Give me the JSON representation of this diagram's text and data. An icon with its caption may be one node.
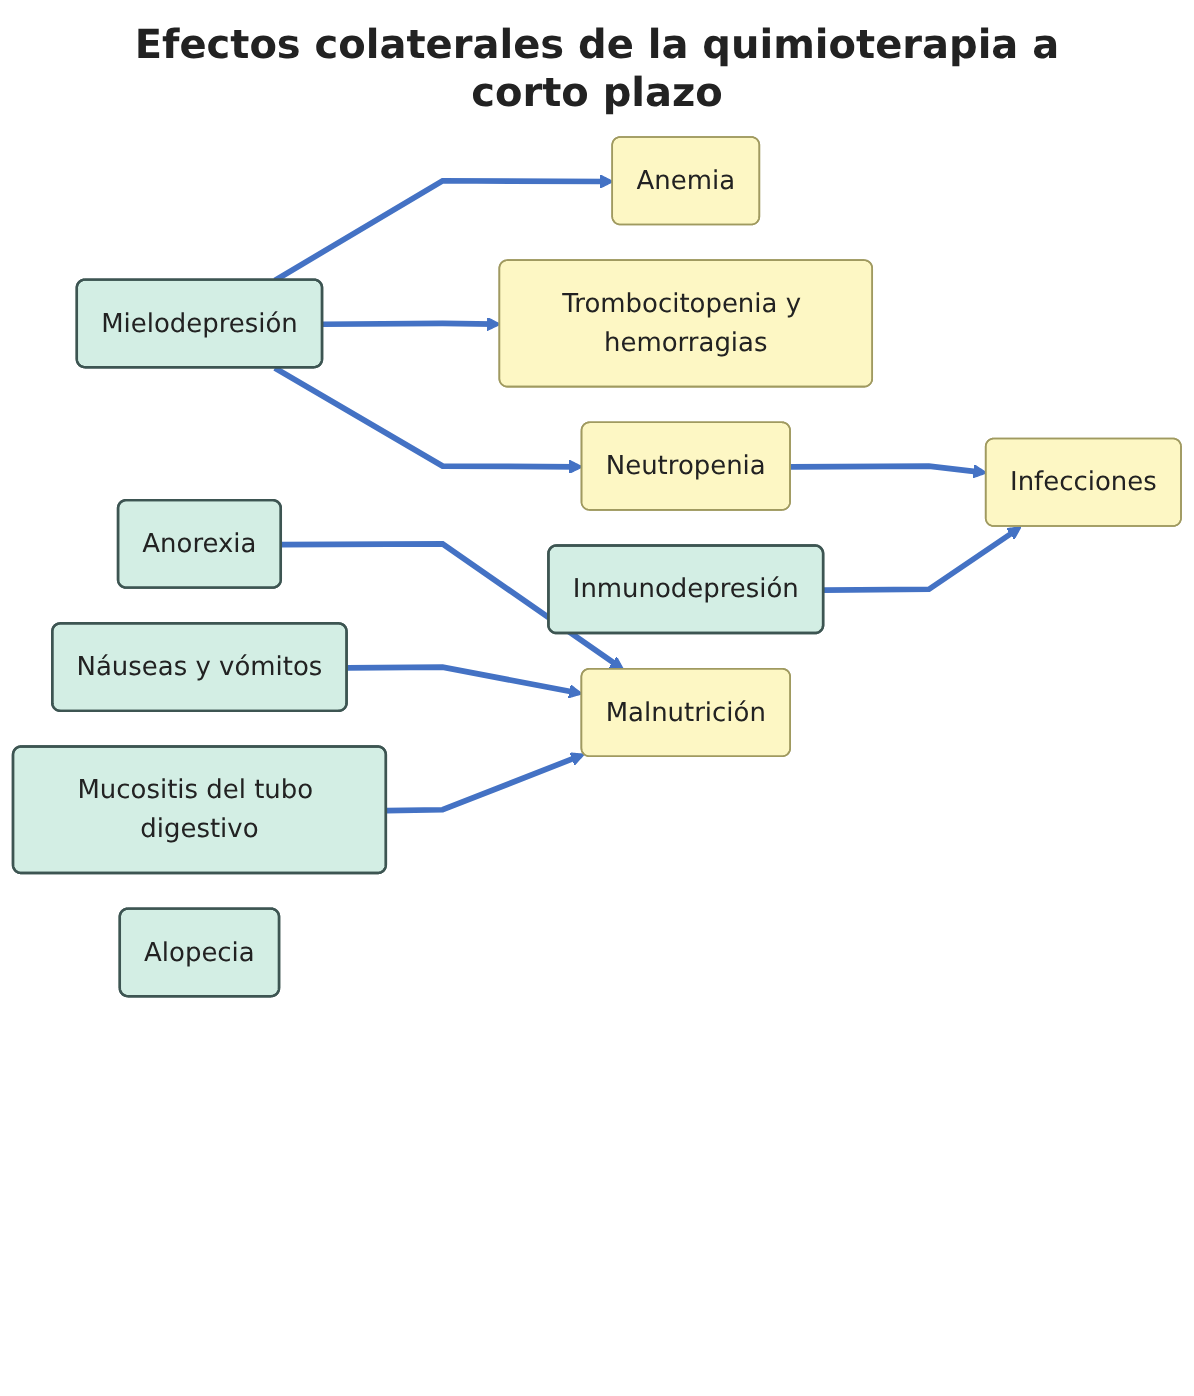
{
  "diagram": {
    "title": "Efectos colaterales de la quimioterapia a corto plazo",
    "nodes": [
      {
        "text": [
          "Mielodepresión"
        ]
      },
      {
        "text": [
          "Anemia"
        ]
      },
      {
        "text": [
          "Trombocitopenia y hemorragias"
        ]
      },
      {
        "text": [
          "Neutropenia"
        ]
      },
      {
        "text": [
          "Inmunodepresión"
        ]
      },
      {
        "text": [
          "Infecciones"
        ]
      },
      {
        "text": [
          "Anorexia"
        ]
      },
      {
        "text": [
          "Náuseas y vómitos"
        ]
      },
      {
        "text": [
          "Malnutrición"
        ]
      },
      {
        "text": [
          "Mucositis del tubo digestivo"
        ]
      },
      {
        "text": [
          "Alopecia"
        ]
      }
    ],
    "edges": [
      {
        "from": 0,
        "to": 1,
        "arrow": "to"
      },
      {
        "from": 0,
        "to": 2,
        "arrow": "to"
      },
      {
        "from": 0,
        "to": 3,
        "arrow": "to"
      },
      {
        "from": 3,
        "to": 5,
        "arrow": "to"
      },
      {
        "from": 4,
        "to": 5,
        "arrow": "to"
      },
      {
        "from": 6,
        "to": 8,
        "arrow": "to"
      },
      {
        "from": 7,
        "to": 8,
        "arrow": "to"
      },
      {
        "from": 9,
        "to": 8,
        "arrow": "to"
      }
    ]
  }
}
